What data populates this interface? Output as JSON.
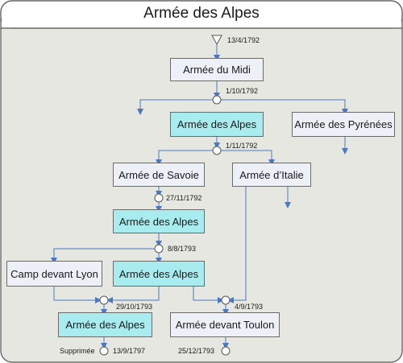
{
  "title": "Armée des Alpes",
  "nodes": {
    "midi": "Armée du Midi",
    "alpes_1": "Armée des Alpes",
    "pyrenees": "Armée des Pyrénées",
    "savoie": "Armée de Savoie",
    "italie": "Armée d’Italie",
    "alpes_2": "Armée des Alpes",
    "lyon": "Camp devant Lyon",
    "alpes_3": "Armée des Alpes",
    "alpes_4": "Armée des Alpes",
    "toulon": "Armée devant Toulon"
  },
  "dates": {
    "start": "13/4/1792",
    "split_1": "1/10/1792",
    "split_2": "1/11/1792",
    "merge_1": "27/11/1792",
    "split_3": "8/8/1793",
    "merge_2": "29/10/1793",
    "merge_3": "4/9/1793",
    "end_alpes": "13/9/1797",
    "end_toulon": "25/12/1793"
  },
  "end_note": "Supprimée",
  "colors": {
    "highlight": "#a8ecef",
    "plain": "#eef0f7",
    "line": "#4a78c2",
    "background": "#e6e7e1"
  }
}
